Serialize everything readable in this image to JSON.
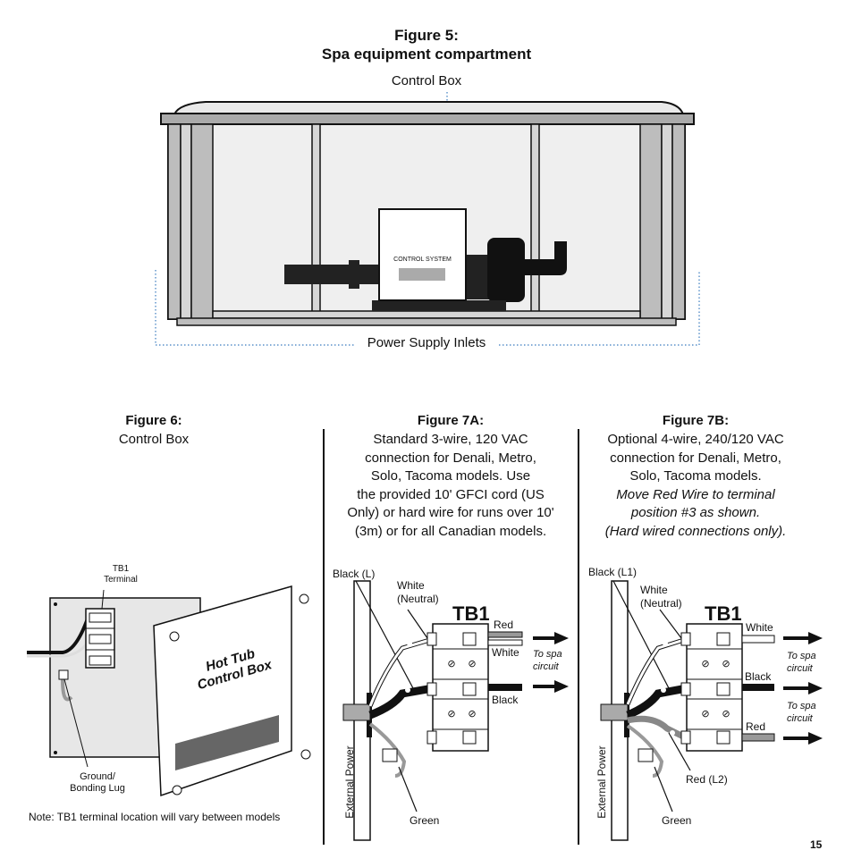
{
  "fig5": {
    "title": "Figure 5:",
    "subtitle": "Spa equipment compartment",
    "control_box_label": "Control Box",
    "control_system_label": "CONTROL SYSTEM",
    "power_inlets_label": "Power Supply Inlets"
  },
  "fig6": {
    "title": "Figure 6:",
    "subtitle": "Control Box",
    "tb1_label_line1": "TB1",
    "tb1_label_line2": "Terminal",
    "box_label_line1": "Hot Tub",
    "box_label_line2": "Control Box",
    "ground_label_line1": "Ground/",
    "ground_label_line2": "Bonding Lug",
    "note": "Note: TB1 terminal location will vary between models"
  },
  "fig7a": {
    "title": "Figure 7A:",
    "lines": [
      "Standard 3-wire, 120 VAC",
      "connection for Denali, Metro,",
      "Solo, Tacoma models.  Use",
      "the provided 10' GFCI cord (US",
      "Only) or hard wire for runs over 10'",
      "(3m) or for all Canadian models."
    ],
    "black_l": "Black (L)",
    "white_neutral_1": "White",
    "white_neutral_2": "(Neutral)",
    "tb1": "TB1",
    "red": "Red",
    "white": "White",
    "black": "Black",
    "to_spa_1": "To spa",
    "to_spa_2": "circuit",
    "external_power": "External Power",
    "green": "Green"
  },
  "fig7b": {
    "title": "Figure 7B:",
    "lines": [
      "Optional 4-wire, 240/120 VAC",
      "connection for Denali, Metro,",
      "Solo, Tacoma models."
    ],
    "italic_lines": [
      "Move Red Wire to terminal",
      "position #3 as shown.",
      "(Hard wired connections only)."
    ],
    "black_l1": "Black (L1)",
    "white_neutral_1": "White",
    "white_neutral_2": "(Neutral)",
    "tb1": "TB1",
    "white": "White",
    "black": "Black",
    "red": "Red",
    "to_spa_1": "To spa",
    "to_spa_2": "circuit",
    "to_spa_3": "To spa",
    "to_spa_4": "circuit",
    "red_l2": "Red (L2)",
    "external_power": "External Power",
    "green": "Green"
  },
  "page_number": "15"
}
